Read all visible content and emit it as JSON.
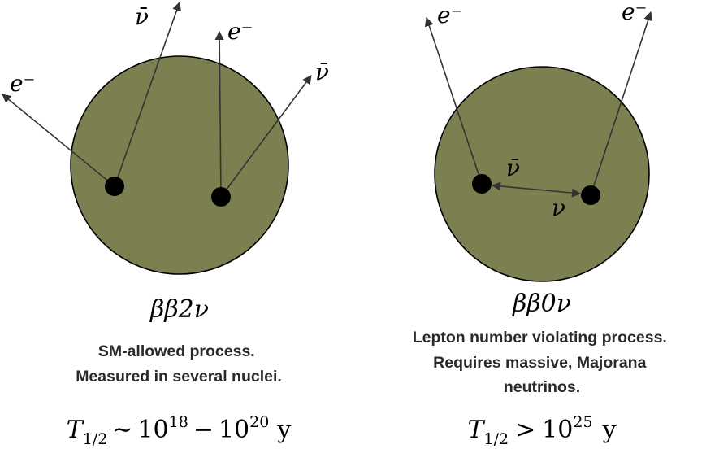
{
  "colors": {
    "nucleus_fill": "#7c7f50",
    "nucleus_stroke": "#000000",
    "arrow": "#333333",
    "particle": "#000000",
    "caption_text": "#2a2a2a"
  },
  "left": {
    "labels": {
      "antineutrino_1": "ν̄",
      "electron_1": "e⁻",
      "electron_2": "e⁻",
      "antineutrino_2": "ν̄"
    },
    "process": "ββ2ν",
    "caption": [
      "SM-allowed process.",
      "Measured in several nuclei."
    ],
    "halflife": {
      "symbol": "T",
      "subscript": "1/2",
      "relation": "∼",
      "base1": "10",
      "exp1": "18",
      "minus": "−",
      "base2": "10",
      "exp2": "20",
      "unit": "y"
    }
  },
  "right": {
    "labels": {
      "electron_1": "e⁻",
      "electron_2": "e⁻",
      "antineutrino": "ν̄",
      "neutrino": "ν"
    },
    "process": "ββ0ν",
    "caption": [
      "Lepton number violating process.",
      "Requires massive, Majorana",
      "neutrinos."
    ],
    "halflife": {
      "symbol": "T",
      "subscript": "1/2",
      "relation": ">",
      "base": "10",
      "exp": "25",
      "unit": "y"
    }
  }
}
